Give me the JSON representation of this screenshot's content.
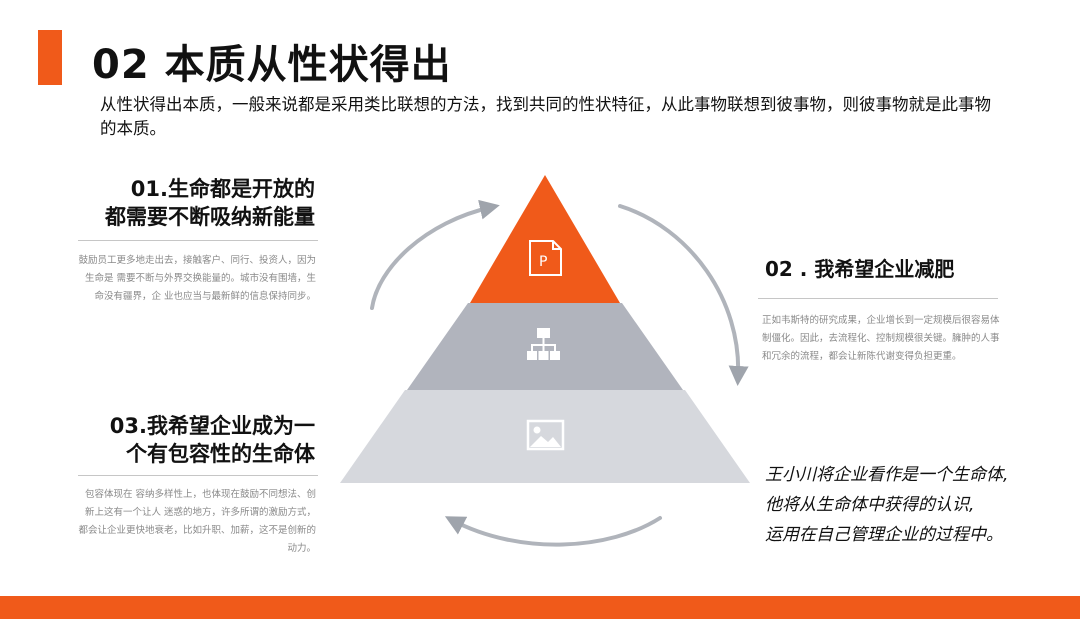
{
  "slide": {
    "title": "02  本质从性状得出",
    "intro": "从性状得出本质，一般来说都是采用类比联想的方法，找到共同的性状特征，从此事物联想到彼事物，则彼事物就是此事物的本质。"
  },
  "points": [
    {
      "heading_line1": "01.生命都是开放的",
      "heading_line2": "都需要不断吸纳新能量",
      "body": "鼓励员工更多地走出去，接触客户、同行、投资人，因为生命是 需要不断与外界交换能量的。城市没有围墙，生命没有疆界，企 业也应当与最新鲜的信息保持同步。"
    },
    {
      "heading": "02 . 我希望企业减肥",
      "body": "正如韦斯特的研究成果，企业增长到一定规模后很容易体制僵化。因此，去流程化、控制规模很关键。臃肿的人事和冗余的流程，都会让新陈代谢变得负担更重。"
    },
    {
      "heading_line1": "03.我希望企业成为一",
      "heading_line2": "个有包容性的生命体",
      "body": "包容体现在 容纳多样性上，也体现在鼓励不同想法、创新上这有一个让人 迷惑的地方，许多所谓的激励方式，都会让企业更快地衰老，比如升职、加薪，这不是创新的动力。"
    }
  ],
  "quote": {
    "line1": "王小川将企业看作是一个生命体,",
    "line2": "他将从生命体中获得的认识,",
    "line3": "运用在自己管理企业的过程中。"
  },
  "pyramid": {
    "icons": [
      "presentation-file-icon",
      "org-chart-icon",
      "image-icon"
    ],
    "colors": {
      "top": "#f05a1a",
      "middle": "#b1b4bd",
      "bottom": "#d6d8dd",
      "accent": "#f05a1a",
      "arrow": "#9fa4ac"
    }
  }
}
